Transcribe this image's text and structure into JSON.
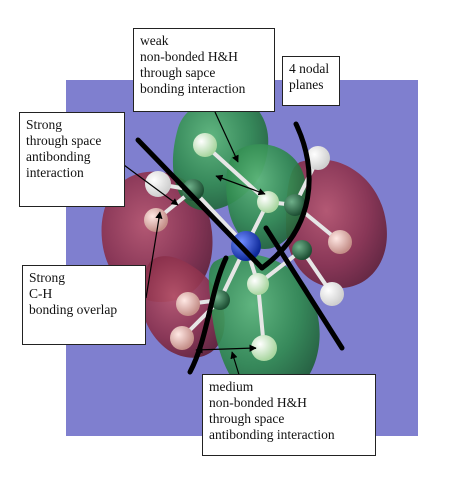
{
  "colors": {
    "background_panel": "#7f7fcf",
    "lobe_green": "#2f8a4e",
    "lobe_red": "#8a2f4a",
    "atom_carbon": "#2f6a4a",
    "atom_hydrogen_green": "#cfe8c8",
    "atom_hydrogen_pink": "#d9aaa6",
    "atom_hydrogen_white": "#f2f2f2",
    "atom_center": "#1f3cc0",
    "nodal_line": "#000000"
  },
  "labels": {
    "weak": [
      "weak",
      "non-bonded H&H",
      "through sapce",
      "bonding interaction"
    ],
    "nodal": [
      "4 nodal",
      "planes"
    ],
    "strong_antibonding": [
      "Strong",
      "through space",
      "antibonding",
      "interaction"
    ],
    "strong_ch": [
      "Strong",
      "C-H",
      "bonding overlap"
    ],
    "medium": [
      "medium",
      "non-bonded H&H",
      "through space",
      "antibonding interaction"
    ]
  }
}
